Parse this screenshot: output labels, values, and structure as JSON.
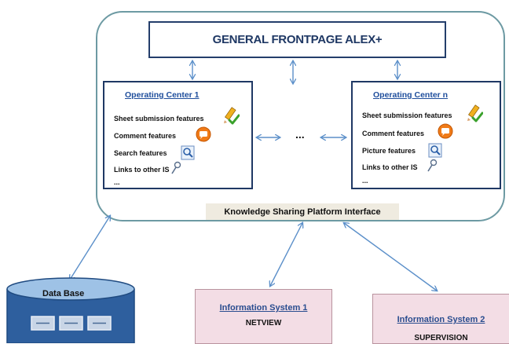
{
  "frontpage": {
    "title": "GENERAL FRONTPAGE ALEX+"
  },
  "operating_center_1": {
    "title": "Operating Center 1",
    "features": [
      "Sheet submission features",
      "Comment features",
      "Search features",
      "Links to other IS",
      "..."
    ]
  },
  "operating_center_n": {
    "title": "Operating Center n",
    "features": [
      "Sheet submission features",
      "Comment features",
      "Picture features",
      "Links to other IS",
      "..."
    ]
  },
  "between_centers": "...",
  "platform_label": "Knowledge Sharing Platform Interface",
  "database": {
    "label": "Data Base"
  },
  "information_system_1": {
    "title": "Information System 1",
    "subtitle": "NETVIEW"
  },
  "information_system_2": {
    "title": "Information System 2",
    "subtitle": "SUPERVISION"
  },
  "colors": {
    "arrow": "#5b8fc9",
    "box_border": "#1f3864",
    "db_fill": "#2e5f9e",
    "is_fill": "#f3dde5"
  }
}
